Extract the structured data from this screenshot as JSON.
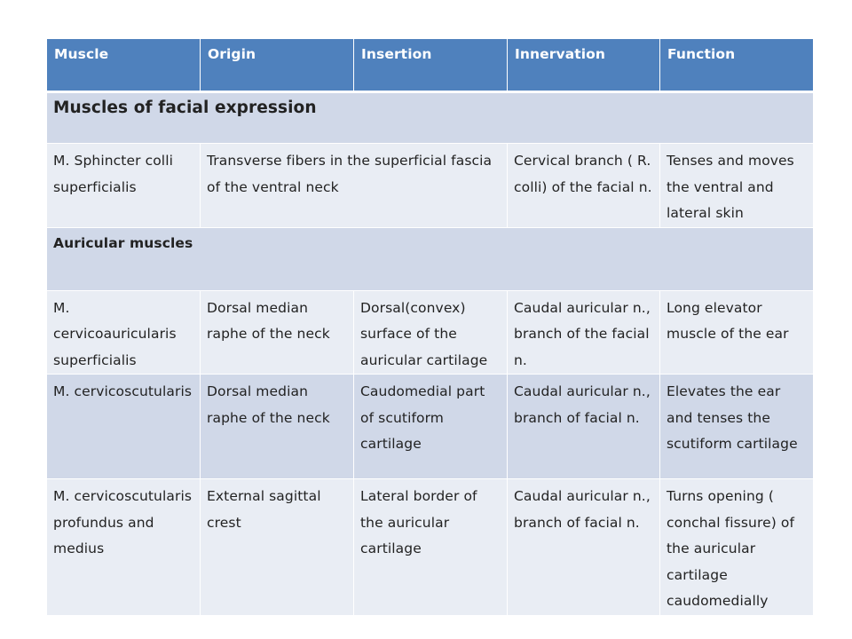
{
  "headers": [
    "Muscle",
    "Origin",
    "Insertion",
    "Innervation",
    "Function"
  ],
  "section_facial": "Muscles of facial expression",
  "row_sphincter": {
    "muscle": "M. Sphincter colli superficialis",
    "origin_insertion": "Transverse fibers in the superficial fascia of the ventral neck",
    "innervation": "Cervical branch ( R. colli) of the facial n.",
    "function": "Tenses and moves the ventral and lateral skin"
  },
  "section_auricular": "Auricular muscles",
  "rows": [
    {
      "muscle": "M. cervicoauricularis superficialis",
      "origin": "Dorsal median raphe of the neck",
      "insertion": "Dorsal(convex) surface of the auricular cartilage",
      "innervation": "Caudal auricular n., branch of the facial n.",
      "function": "Long elevator muscle of the ear"
    },
    {
      "muscle": "M. cervicoscutularis",
      "origin": "Dorsal median raphe of the neck",
      "insertion": "Caudomedial part of scutiform cartilage",
      "innervation": "Caudal auricular n., branch of facial n.",
      "function": "Elevates the ear and tenses the scutiform cartilage"
    },
    {
      "muscle": "M. cervicoscutularis profundus and medius",
      "origin": "External  sagittal crest",
      "insertion": "Lateral border of the auricular cartilage",
      "innervation": "Caudal auricular n., branch of facial n.",
      "function": "Turns opening ( conchal fissure) of the auricular cartilage caudomedially"
    }
  ]
}
